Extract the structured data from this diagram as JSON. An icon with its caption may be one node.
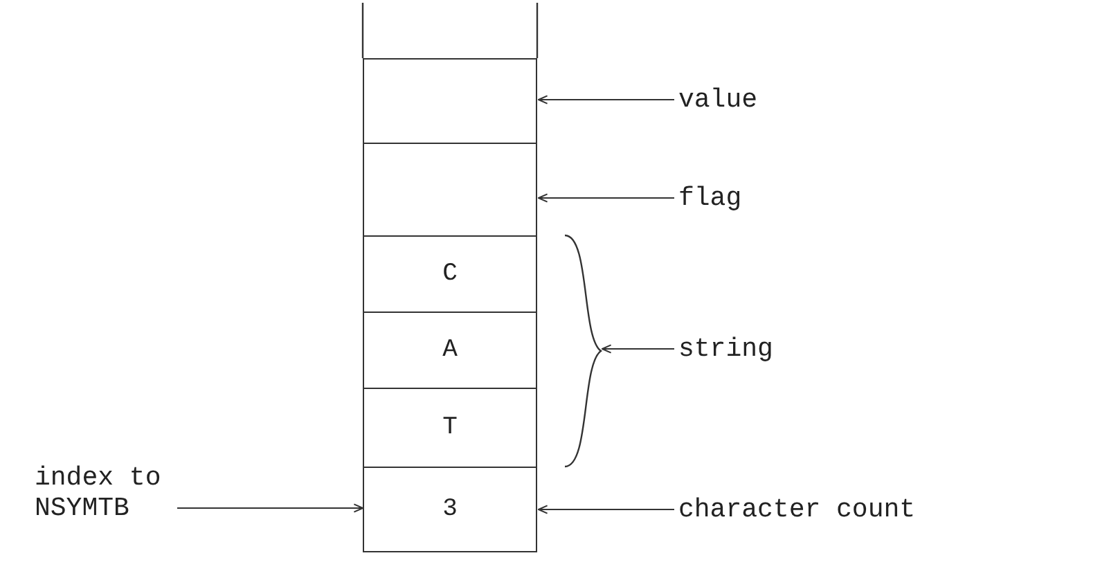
{
  "diagram": {
    "nodes": [
      {
        "text": [],
        "shape": "box"
      },
      {
        "text": [],
        "shape": "box"
      },
      {
        "text": [
          "C"
        ]
      },
      {
        "text": [
          "A"
        ]
      },
      {
        "text": [
          "T"
        ]
      },
      {
        "text": [
          "3"
        ]
      },
      {
        "text": [
          "value"
        ]
      },
      {
        "text": [
          "flag"
        ]
      },
      {
        "text": [],
        "shape": "brace"
      },
      {
        "text": [
          "string"
        ]
      },
      {
        "text": [
          "character count"
        ]
      },
      {
        "text": [
          "index to NSYMTB"
        ]
      }
    ],
    "edges": [
      {
        "from": 6,
        "to": 0,
        "arrow": "to"
      },
      {
        "from": 7,
        "to": 1,
        "arrow": "to"
      },
      {
        "from": 9,
        "to": 8,
        "arrow": "to"
      },
      {
        "from": 10,
        "to": 5,
        "arrow": "to"
      },
      {
        "from": 11,
        "to": 5,
        "arrow": "to"
      }
    ]
  }
}
